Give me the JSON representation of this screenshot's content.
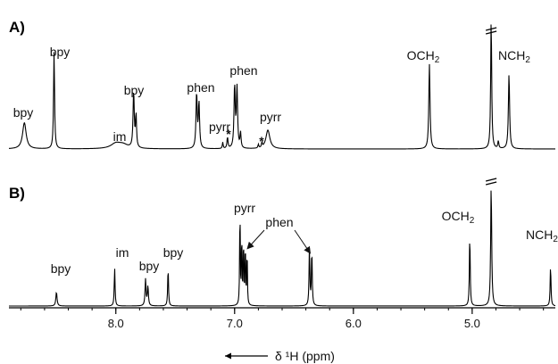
{
  "chart_data": {
    "type": "line",
    "xlabel": "δ ¹H (ppm)",
    "xlim": [
      8.9,
      4.3
    ],
    "axis_reversed": true,
    "xticks": [
      8.0,
      7.0,
      6.0,
      5.0
    ],
    "grid": false,
    "legend": "none",
    "line_color": "#000000",
    "panels": [
      {
        "panel_label": "A)",
        "baseline_label_positions": "above-peaks",
        "peaks": [
          {
            "ppm": 8.77,
            "height": 0.21,
            "width": 0.018
          },
          {
            "ppm": 8.52,
            "height": 0.78,
            "width": 0.005
          },
          {
            "ppm": 8.0,
            "height": 0.04,
            "width": 0.05
          },
          {
            "ppm": 7.94,
            "height": 0.03,
            "width": 0.05
          },
          {
            "ppm": 7.85,
            "height": 0.45,
            "width": 0.006
          },
          {
            "ppm": 7.83,
            "height": 0.26,
            "width": 0.005
          },
          {
            "ppm": 7.32,
            "height": 0.44,
            "width": 0.006
          },
          {
            "ppm": 7.3,
            "height": 0.36,
            "width": 0.006
          },
          {
            "ppm": 7.1,
            "height": 0.05,
            "width": 0.004
          },
          {
            "ppm": 7.06,
            "height": 0.09,
            "width": 0.005
          },
          {
            "ppm": 7.0,
            "height": 0.5,
            "width": 0.006
          },
          {
            "ppm": 6.98,
            "height": 0.48,
            "width": 0.006
          },
          {
            "ppm": 6.95,
            "height": 0.12,
            "width": 0.005
          },
          {
            "ppm": 6.8,
            "height": 0.03,
            "width": 0.004
          },
          {
            "ppm": 6.77,
            "height": 0.04,
            "width": 0.004
          },
          {
            "ppm": 6.72,
            "height": 0.15,
            "width": 0.02
          },
          {
            "ppm": 5.36,
            "height": 0.68,
            "width": 0.006
          },
          {
            "ppm": 4.84,
            "height": 1.05,
            "width": 0.005
          },
          {
            "ppm": 4.78,
            "height": 0.06,
            "width": 0.005
          },
          {
            "ppm": 4.69,
            "height": 0.6,
            "width": 0.006
          }
        ],
        "annotations": [
          {
            "text": "bpy",
            "ppm": 8.77
          },
          {
            "text": "bpy",
            "ppm": 8.52
          },
          {
            "text": "im",
            "ppm": 7.97
          },
          {
            "text": "bpy",
            "ppm": 7.85
          },
          {
            "text": "phen",
            "ppm": 7.31
          },
          {
            "text": "pyrr",
            "ppm": 7.08
          },
          {
            "text": "*",
            "ppm": 7.07
          },
          {
            "text": "phen",
            "ppm": 6.98
          },
          {
            "text": "*",
            "ppm": 6.79
          },
          {
            "text": "pyrr",
            "ppm": 6.72
          },
          {
            "text": "OCH",
            "sub": "2",
            "ppm": 5.36
          },
          {
            "text": "NCH",
            "sub": "2",
            "ppm": 4.69
          }
        ]
      },
      {
        "panel_label": "B)",
        "peaks": [
          {
            "ppm": 8.5,
            "height": 0.12,
            "width": 0.006
          },
          {
            "ppm": 8.01,
            "height": 0.33,
            "width": 0.004
          },
          {
            "ppm": 7.75,
            "height": 0.23,
            "width": 0.005
          },
          {
            "ppm": 7.73,
            "height": 0.17,
            "width": 0.005
          },
          {
            "ppm": 7.56,
            "height": 0.33,
            "width": 0.004
          },
          {
            "ppm": 6.955,
            "height": 0.88,
            "width": 0.003
          },
          {
            "ppm": 6.94,
            "height": 0.62,
            "width": 0.003
          },
          {
            "ppm": 6.925,
            "height": 0.58,
            "width": 0.003
          },
          {
            "ppm": 6.91,
            "height": 0.55,
            "width": 0.003
          },
          {
            "ppm": 6.895,
            "height": 0.5,
            "width": 0.003
          },
          {
            "ppm": 6.37,
            "height": 0.5,
            "width": 0.004
          },
          {
            "ppm": 6.35,
            "height": 0.48,
            "width": 0.004
          },
          {
            "ppm": 5.02,
            "height": 0.62,
            "width": 0.004
          },
          {
            "ppm": 4.84,
            "height": 1.05,
            "width": 0.005
          },
          {
            "ppm": 4.34,
            "height": 0.35,
            "width": 0.004
          }
        ],
        "annotations": [
          {
            "text": "bpy",
            "ppm": 8.5
          },
          {
            "text": "im",
            "ppm": 8.01
          },
          {
            "text": "bpy",
            "ppm": 7.74
          },
          {
            "text": "bpy",
            "ppm": 7.56
          },
          {
            "text": "pyrr",
            "ppm": 6.94
          },
          {
            "text": "phen",
            "ppm": 6.63
          },
          {
            "text": "OCH",
            "sub": "2",
            "ppm": 5.02
          },
          {
            "text": "NCH",
            "sub": "2",
            "ppm": 4.34
          }
        ],
        "arrows_from": "phen",
        "arrows_to_ppm": [
          6.91,
          6.36
        ]
      }
    ],
    "truncated_peak_ppm": 4.84
  }
}
